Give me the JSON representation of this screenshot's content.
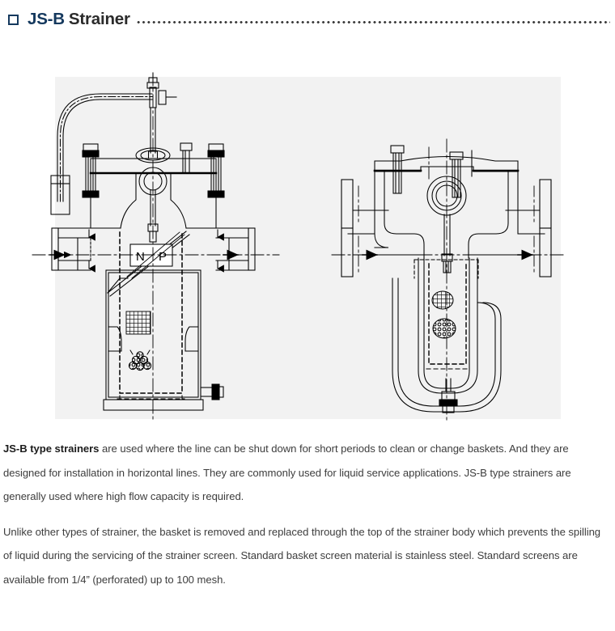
{
  "header": {
    "bullet_icon": "square-bullet-icon",
    "title_code": "JS-B",
    "title_name": "Strainer",
    "leader": "dotted-leader",
    "accent_color": "#15395e",
    "title_color": "#2b2b2b"
  },
  "figure": {
    "name": "js-b-strainer-technical-drawing",
    "background_color": "#f2f2f2",
    "line_color": "#000000",
    "views": [
      {
        "id": "front-section-view",
        "label": "left-elevation-section",
        "annotations": [
          "N",
          "P"
        ],
        "features": [
          "vent-pipe-elbow",
          "cover-flange-bolts",
          "basket-handle-ring",
          "inlet-flange",
          "outlet-flange",
          "flow-arrow-inlet",
          "flow-arrow-outlet",
          "mesh-screen-symbol",
          "debris-particle-symbol",
          "drain-plug",
          "centerline"
        ]
      },
      {
        "id": "side-section-view",
        "label": "right-elevation-section",
        "annotations": [],
        "features": [
          "cover-flange-bolts",
          "basket-handle-ring",
          "inlet-flange",
          "outlet-flange",
          "flow-arrow-inlet",
          "flow-arrow-outlet",
          "mesh-screen-oval-symbol",
          "perforated-oval-symbol",
          "bottom-drain-plug",
          "centerline"
        ]
      }
    ]
  },
  "body": {
    "paragraph_1_lead": "JS-B type strainers",
    "paragraph_1_rest": " are used where the line can be shut down for short periods to clean or change baskets. And they are designed for installation in horizontal lines. They are commonly used for liquid service applications. JS-B type strainers are generally used where high flow capacity is required.",
    "paragraph_2": "Unlike other types of strainer, the basket is removed and replaced through the top of the strainer body which prevents the spilling of liquid during the servicing of the strainer screen. Standard basket screen material is stainless steel. Standard screens are available from 1/4” (perforated) up to 100 mesh."
  }
}
